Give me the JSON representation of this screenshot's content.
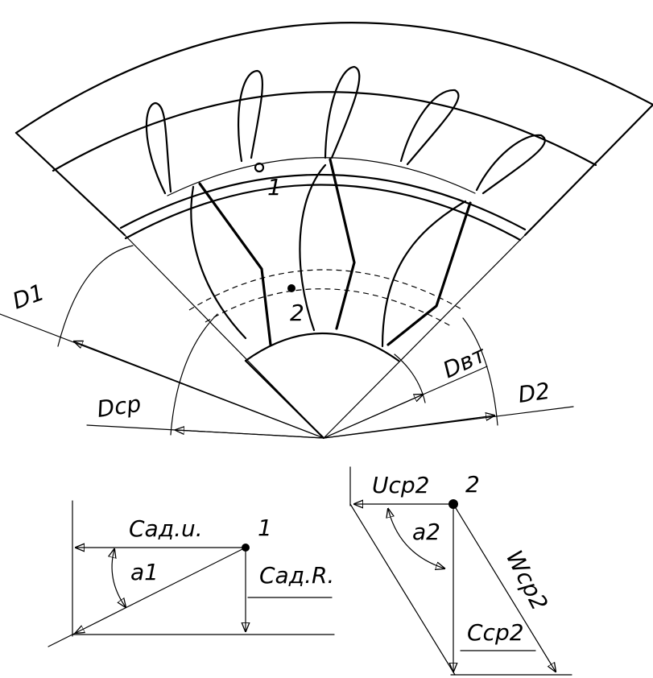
{
  "colors": {
    "line": "#000000",
    "background": "#ffffff"
  },
  "labels": {
    "d1": "D1",
    "dcp": "Dcp",
    "dvt": "Dвт",
    "d2": "D2",
    "point1": "1",
    "point2": "2"
  },
  "triangle1": {
    "cadu": "Cад.u.",
    "cadr": "Cад.R.",
    "angle": "a1",
    "point": "1"
  },
  "triangle2": {
    "ucp2": "Ucp2",
    "wcp2": "Wcp2",
    "ccp2": "Ccp2",
    "angle": "a2",
    "point": "2"
  }
}
